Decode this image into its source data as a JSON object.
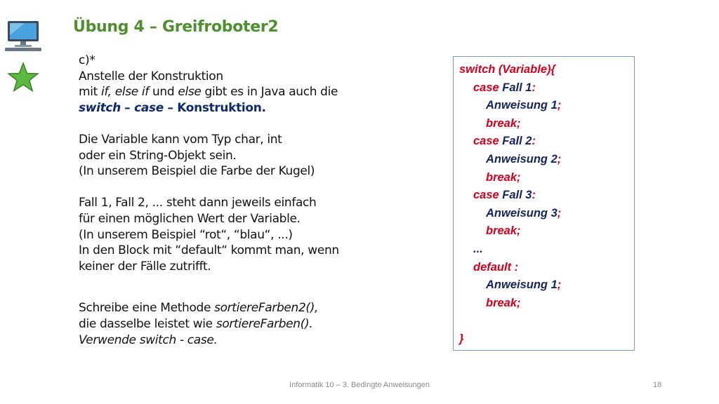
{
  "slide": {
    "title": "Übung 4 – Greifroboter2",
    "footer": "Informatik 10 – 3. Bedingte Anweisungen",
    "page_number": "18"
  },
  "icons": {
    "computer": "computer-icon",
    "star": "star-icon",
    "star_color": "#5bb840"
  },
  "text": {
    "part": "c)*",
    "l1": "Anstelle der Konstruktion",
    "l2_a": "mit ",
    "l2_if": "if, else if",
    "l2_b": " und ",
    "l2_else": "else",
    "l2_c": "  gibt es in Java auch die",
    "l3_a": "switch – case",
    "l3_b": " – Konstruktion.",
    "p2_1": "Die Variable kann vom Typ char, int",
    "p2_2": "oder ein String-Objekt sein.",
    "p2_3": "(In unserem Beispiel die Farbe der Kugel)",
    "p3_1": "Fall 1, Fall 2, ... steht dann jeweils einfach",
    "p3_2": "für einen möglichen Wert der Variable.",
    "p3_3": "(In unserem Beispiel “rot“, “blau“, ...)",
    "p3_4": "In den Block mit “default“ kommt man, wenn",
    "p3_5": "keiner der Fälle zutrifft.",
    "p4_1a": "Schreibe eine Methode ",
    "p4_1b": "sortiereFarben2(),",
    "p4_2a": "die dasselbe leistet wie ",
    "p4_2b": "sortiereFarben().",
    "p4_3": "Verwende switch - case."
  },
  "code": {
    "switch_kw": "switch (Variable){",
    "case_kw": "case ",
    "fall1": "Fall 1",
    "fall2": "Fall 2",
    "fall3": "Fall 3",
    "colon": ":",
    "anw1": "Anweisung 1",
    "anw2": "Anweisung 2",
    "anw3": "Anweisung 3",
    "semi": ";",
    "break_kw": "break;",
    "dots": "...",
    "default_kw": "default :",
    "close": "}"
  },
  "colors": {
    "title": "#4e8f2f",
    "code_red": "#d6001c",
    "code_navy": "#15245e",
    "box_border": "#7f97c7"
  }
}
